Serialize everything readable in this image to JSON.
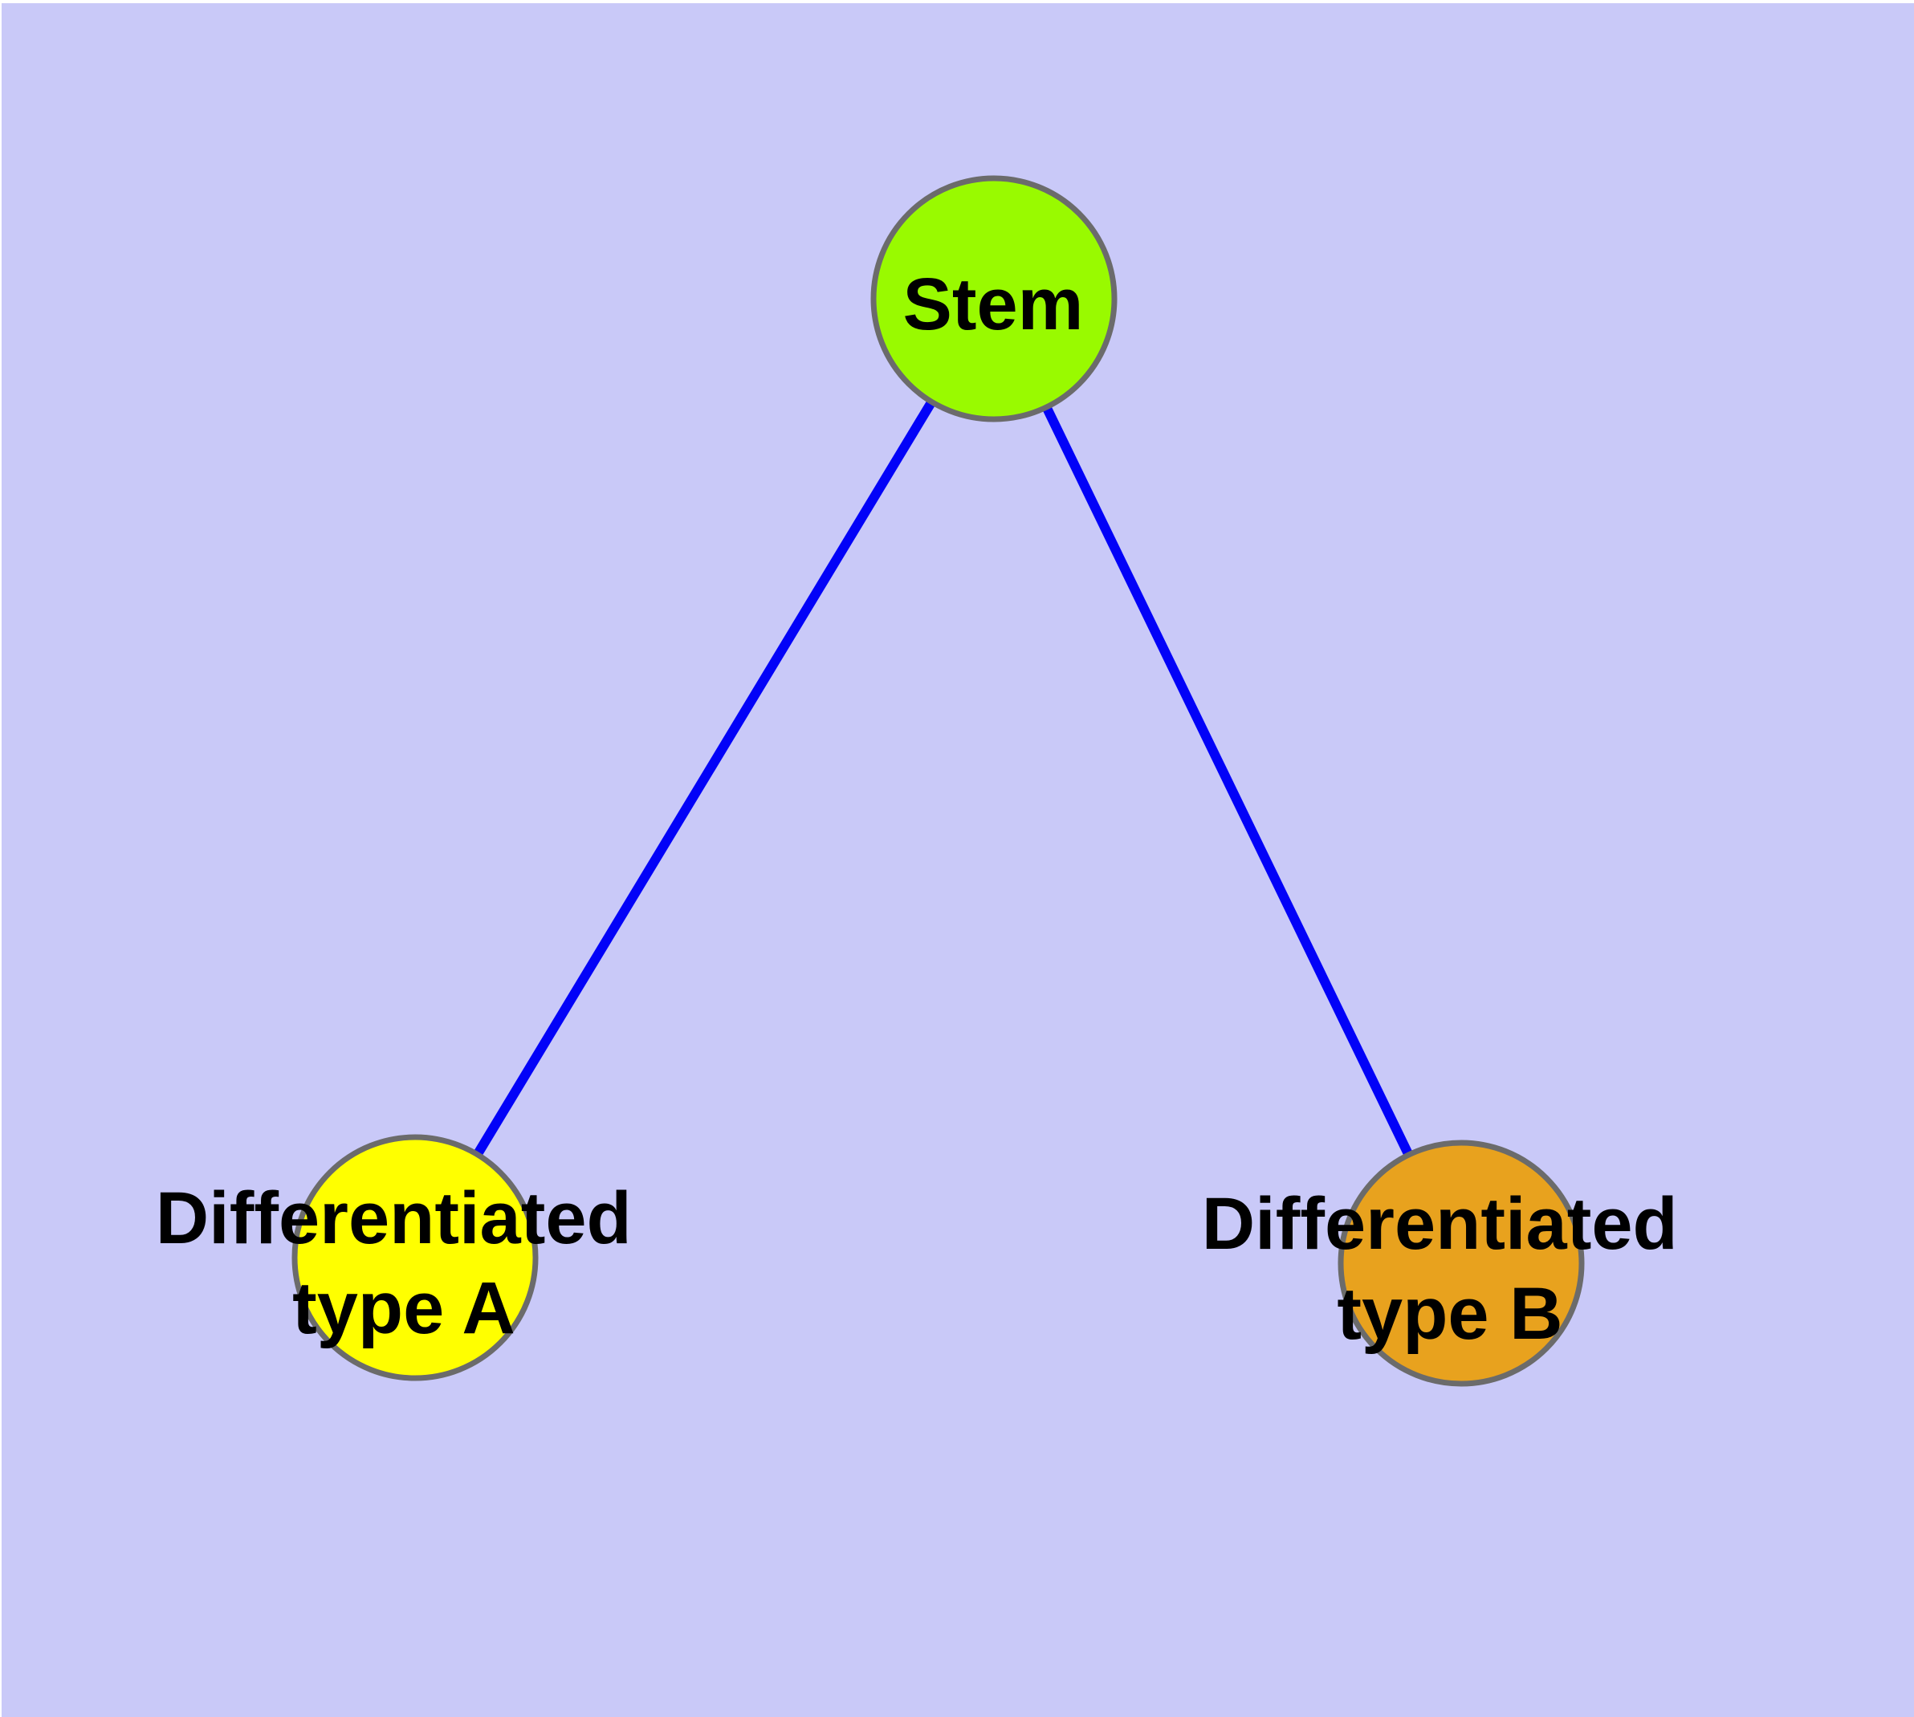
{
  "diagram": {
    "title": "",
    "type": "node-link-graph",
    "background_color": "#C9C9F8",
    "margin_color": "#FFFFFF",
    "edge_color": "#0202F8",
    "node_border_color": "#6B6B6B",
    "label_color": "#000000",
    "nodes": {
      "stem": {
        "label": "Stem",
        "fill": "#99FA00"
      },
      "type_a": {
        "line1": "Differentiated",
        "line2": "type A",
        "full_label": "Differentiated type A",
        "fill": "#FFFF00"
      },
      "type_b": {
        "line1": "Differentiated",
        "line2": "type B",
        "full_label": "Differentiated type B",
        "fill": "#E8A21E"
      }
    },
    "edges": [
      {
        "from": "Stem",
        "to": "Differentiated type A"
      },
      {
        "from": "Stem",
        "to": "Differentiated type B"
      }
    ]
  }
}
